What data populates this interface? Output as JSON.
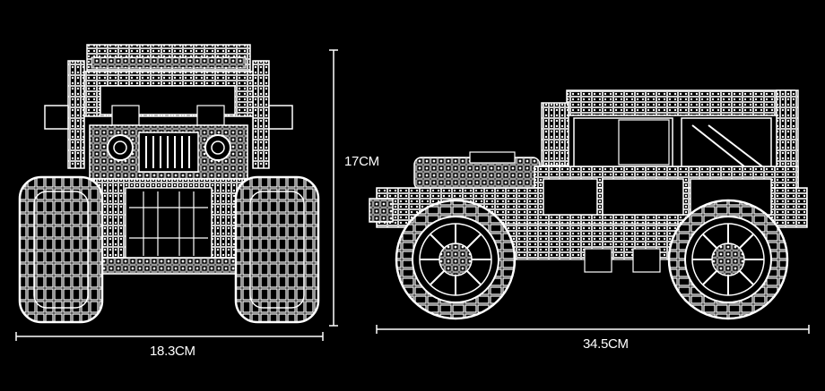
{
  "dimensions": {
    "front_width": "18.3CM",
    "height": "17CM",
    "side_length": "34.5CM"
  },
  "colors": {
    "background": "#000000",
    "lines": "#ffffff"
  }
}
